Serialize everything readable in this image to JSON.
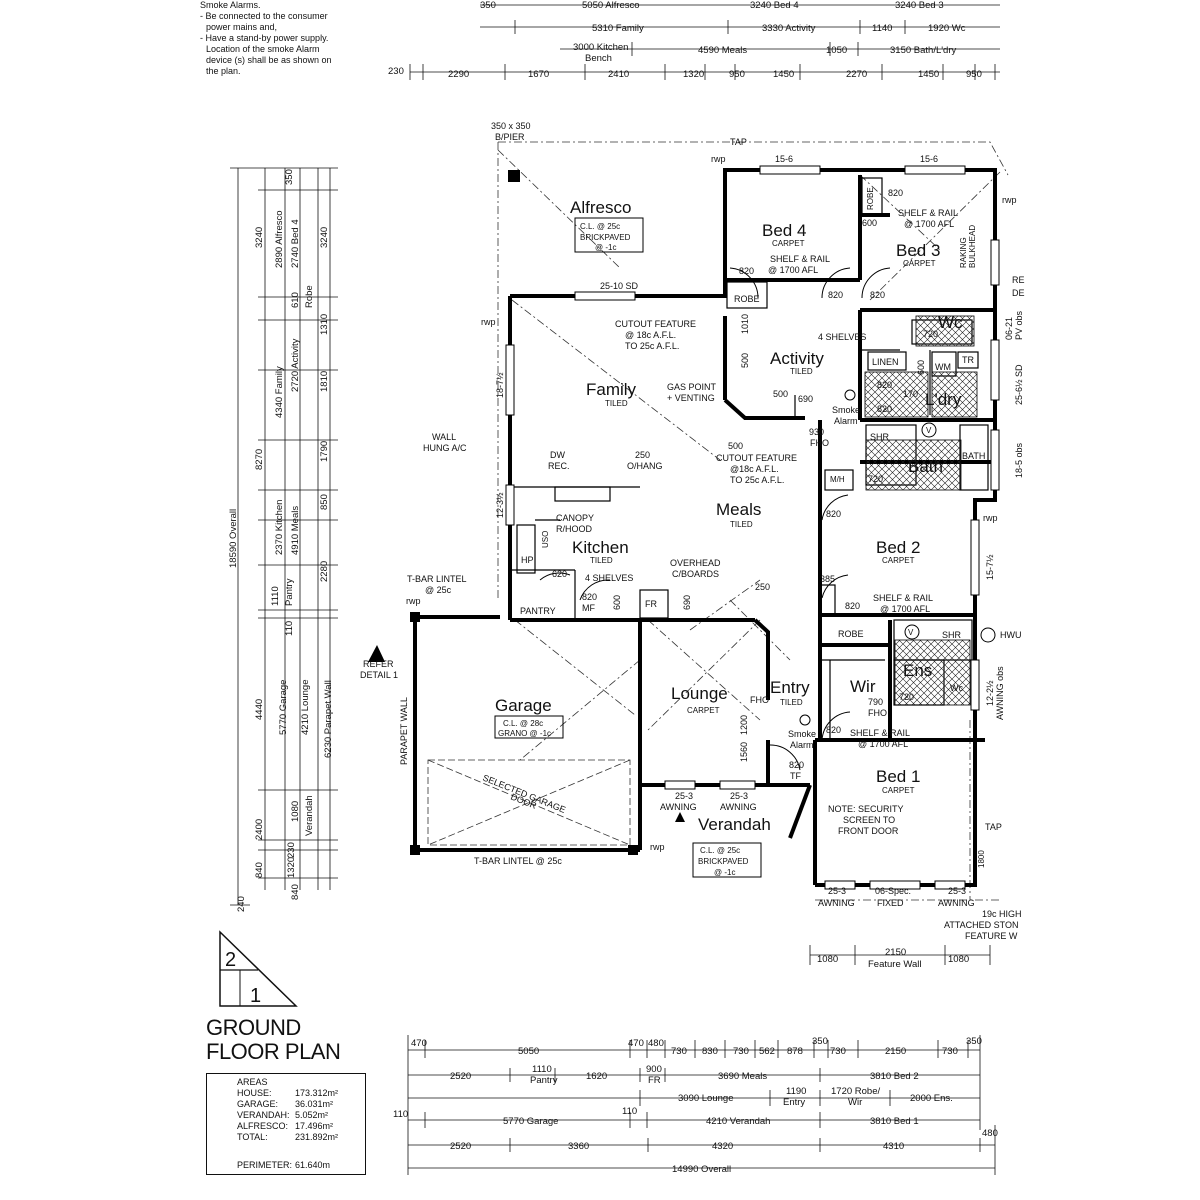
{
  "notes": {
    "lines": [
      "Smoke Alarms.",
      "- Be connected to the consumer",
      "  power mains and,",
      "- Have a stand-by power supply.",
      "Location of the smoke Alarm",
      "device (s) shall be as shown on",
      "the plan."
    ]
  },
  "sheet": {
    "top": "2",
    "bottom": "1"
  },
  "title": {
    "line1": "GROUND",
    "line2": "FLOOR PLAN"
  },
  "areas": {
    "heading": "AREAS",
    "rows": [
      {
        "k": "HOUSE:",
        "v": "173.312m²"
      },
      {
        "k": "GARAGE:",
        "v": "36.031m²"
      },
      {
        "k": "VERANDAH:",
        "v": "5.052m²"
      },
      {
        "k": "ALFRESCO:",
        "v": "17.496m²"
      },
      {
        "k": "TOTAL:",
        "v": "231.892m²"
      }
    ],
    "perimeter_k": "PERIMETER:",
    "perimeter_v": "61.640m"
  },
  "rooms": {
    "alfresco": {
      "name": "Alfresco",
      "cl1": "C.L. @ 25c",
      "cl2": "BRICKPAVED",
      "cl3": "@ -1c"
    },
    "bed4": {
      "name": "Bed 4",
      "floor": "CARPET"
    },
    "bed3": {
      "name": "Bed 3",
      "floor": "CARPET"
    },
    "family": {
      "name": "Family",
      "floor": "TILED"
    },
    "activity": {
      "name": "Activity",
      "floor": "TILED"
    },
    "ldry": {
      "name": "L'dry"
    },
    "wc": {
      "name": "Wc"
    },
    "bath": {
      "name": "Bath"
    },
    "kitchen": {
      "name": "Kitchen",
      "floor": "TILED"
    },
    "meals": {
      "name": "Meals",
      "floor": "TILED"
    },
    "bed2": {
      "name": "Bed 2",
      "floor": "CARPET"
    },
    "garage": {
      "name": "Garage",
      "cl1": "C.L. @ 28c",
      "cl2": "GRANO @ -1c"
    },
    "lounge": {
      "name": "Lounge",
      "floor": "CARPET"
    },
    "entry": {
      "name": "Entry",
      "floor": "TILED"
    },
    "wir": {
      "name": "Wir"
    },
    "ens": {
      "name": "Ens"
    },
    "bed1": {
      "name": "Bed 1",
      "floor": "CARPET"
    },
    "verandah": {
      "name": "Verandah",
      "cl1": "C.L. @ 25c",
      "cl2": "BRICKPAVED",
      "cl3": "@ -1c"
    }
  },
  "labels": {
    "pier1": "350 x 350",
    "pier2": "B/PIER",
    "tap_top": "TAP",
    "rwp_top": "rwp",
    "w156a": "15-6",
    "w156b": "15-6",
    "robe_b3": "ROBE",
    "d820_b3": "820",
    "shelf_b3a": "SHELF & RAIL",
    "shelf_b3b": "@ 1700 AFL",
    "raking1": "RAKING",
    "raking2": "BULKHEAD",
    "d600_b3": "600",
    "d820_b4": "820",
    "shelf_b4a": "SHELF & RAIL",
    "shelf_b4b": "@ 1700 AFL",
    "robe_b4": "ROBE",
    "d820_b4b": "820",
    "d820_b3b": "820",
    "sd_alf": "25-10 SD",
    "rwp_left1": "rwp",
    "rwp_right1": "rwp",
    "refer_r1": "RE",
    "refer_r2": "DE",
    "cutout1a": "CUTOUT FEATURE",
    "cutout1b": "@ 18c A.F.L.",
    "cutout1c": "TO 25c A.F.L.",
    "d1010": "1010",
    "d500a": "500",
    "shelves4a": "4 SHELVES",
    "d720_wc": "720",
    "pvobs": "PV obs",
    "w0621": "06-21",
    "linen": "LINEN",
    "wm": "WM",
    "tr_top": "TR",
    "d820_l1": "820",
    "d820_l2": "820",
    "d600_ld": "600",
    "d170": "170",
    "sd2562": "25-6½ SD",
    "gas1": "GAS POINT",
    "gas2": "+ VENTING",
    "d500b": "500",
    "d690a": "690",
    "smoke1a": "Smoke",
    "smoke1b": "Alarm",
    "w187": "18-7½",
    "d500c": "500",
    "d930": "930",
    "fho1": "FHO",
    "shr1": "SHR",
    "v1": "V",
    "bath_lbl": "BATH",
    "obs185": "18-5 obs",
    "wallac1": "WALL",
    "wallac2": "HUNG A/C",
    "cutout2a": "CUTOUT FEATURE",
    "cutout2b": "@18c A.F.L.",
    "cutout2c": "TO 25c A.F.L.",
    "dw1": "DW",
    "dw2": "REC.",
    "ohang1": "250",
    "ohang2": "O/HANG",
    "mh": "M/H",
    "d720_b": "720",
    "w1231": "12-3½",
    "canopy1": "CANOPY",
    "canopy2": "R/HOOD",
    "uso": "USO",
    "hp": "HP",
    "d620": "620",
    "shelves4b": "4 SHELVES",
    "overhead1": "OVERHEAD",
    "overhead2": "C/BOARDS",
    "d820_mf": "820",
    "mf": "MF",
    "d600_fr": "600",
    "fr": "FR",
    "d690b": "690",
    "pantry": "PANTRY",
    "d250": "250",
    "d820_b2": "820",
    "rwp_right2": "rwp",
    "w1572": "15-7½",
    "d385": "385",
    "d820_b2b": "820",
    "shelf_b2a": "SHELF & RAIL",
    "shelf_b2b": "@ 1700 AFL",
    "robe_b2": "ROBE",
    "v2": "V",
    "shr2": "SHR",
    "hwu": "HWU",
    "tbar1a": "T-BAR LINTEL",
    "tbar1b": "@ 25c",
    "rwp_g": "rwp",
    "refer1a": "REFER",
    "refer1b": "DETAIL 1",
    "parapet": "PARAPET WALL",
    "sgd1": "SELECTED GARAGE",
    "sgd2": "DOOR",
    "tbar2": "T-BAR LINTEL @ 25c",
    "rwp_v": "rwp",
    "d1200": "1200",
    "fho2": "FHO",
    "d1560": "1560",
    "smoke2a": "Smoke",
    "smoke2b": "Alarm",
    "d820_e": "820",
    "tf": "TF",
    "d790": "790",
    "fho3": "FHO",
    "d820_b1": "820",
    "shelf_b1a": "SHELF & RAIL",
    "shelf_b1b": "@ 1700 AFL",
    "d720_e": "720",
    "wc_e": "Wc",
    "w1221": "12-2½",
    "awobs": "AWNING obs",
    "aw1a": "25-3",
    "aw1b": "AWNING",
    "aw2a": "25-3",
    "aw2b": "AWNING",
    "note1": "NOTE: SECURITY",
    "note2": "SCREEN TO",
    "note3": "FRONT DOOR",
    "tap_b": "TAP",
    "d1800": "1800",
    "aw3a": "25-3",
    "aw3b": "AWNING",
    "fixed1": "06-Spec.",
    "fixed2": "FIXED",
    "aw4a": "25-3",
    "aw4b": "AWNING",
    "stone1": "19c HIGH",
    "stone2": "ATTACHED STON",
    "stone3": "FEATURE W"
  },
  "dims_top": [
    {
      "t": "350"
    },
    {
      "t": "5050 Alfresco"
    },
    {
      "t": "3240 Bed 4"
    },
    {
      "t": "3240 Bed 3"
    },
    {
      "t": "5310 Family"
    },
    {
      "t": "3330 Activity"
    },
    {
      "t": "1140"
    },
    {
      "t": "1920 Wc"
    },
    {
      "t": "3000 Kitchen"
    },
    {
      "t": "Bench"
    },
    {
      "t": "4590 Meals"
    },
    {
      "t": "1050"
    },
    {
      "t": "3150 Bath/L'dry"
    },
    {
      "t": "230"
    },
    {
      "t": "2290"
    },
    {
      "t": "1670"
    },
    {
      "t": "2410"
    },
    {
      "t": "1320"
    },
    {
      "t": "950"
    },
    {
      "t": "1450"
    },
    {
      "t": "2270"
    },
    {
      "t": "1450"
    },
    {
      "t": "950"
    }
  ],
  "dims_left": [
    {
      "t": "350"
    },
    {
      "t": "3240"
    },
    {
      "t": "2890 Alfresco"
    },
    {
      "t": "2740 Bed 4"
    },
    {
      "t": "3240"
    },
    {
      "t": "610"
    },
    {
      "t": "Robe"
    },
    {
      "t": "1310"
    },
    {
      "t": "2720 Activity"
    },
    {
      "t": "1810"
    },
    {
      "t": "8270"
    },
    {
      "t": "4340 Family"
    },
    {
      "t": "1790"
    },
    {
      "t": "850"
    },
    {
      "t": "2370 Kitchen"
    },
    {
      "t": "4910 Meals"
    },
    {
      "t": "2280"
    },
    {
      "t": "18590 Overall"
    },
    {
      "t": "1110"
    },
    {
      "t": "Pantry"
    },
    {
      "t": "110"
    },
    {
      "t": "4440"
    },
    {
      "t": "5770 Garage"
    },
    {
      "t": "4210 Lounge"
    },
    {
      "t": "6230 Parapet Wall"
    },
    {
      "t": "1080"
    },
    {
      "t": "Verandah"
    },
    {
      "t": "2400"
    },
    {
      "t": "230"
    },
    {
      "t": "840"
    },
    {
      "t": "1320"
    },
    {
      "t": "840"
    },
    {
      "t": "240"
    }
  ],
  "dims_feature": [
    {
      "t": "1080"
    },
    {
      "t": "2150"
    },
    {
      "t": "Feature Wall"
    },
    {
      "t": "1080"
    }
  ],
  "dims_bottom": [
    {
      "t": "470"
    },
    {
      "t": "5050"
    },
    {
      "t": "470"
    },
    {
      "t": "480"
    },
    {
      "t": "730"
    },
    {
      "t": "830"
    },
    {
      "t": "730"
    },
    {
      "t": "562"
    },
    {
      "t": "878"
    },
    {
      "t": "350"
    },
    {
      "t": "730"
    },
    {
      "t": "2150"
    },
    {
      "t": "730"
    },
    {
      "t": "350"
    },
    {
      "t": "2520"
    },
    {
      "t": "1110"
    },
    {
      "t": "Pantry"
    },
    {
      "t": "1620"
    },
    {
      "t": "900"
    },
    {
      "t": "FR"
    },
    {
      "t": "3690 Meals"
    },
    {
      "t": "3810 Bed 2"
    },
    {
      "t": "3090 Lounge"
    },
    {
      "t": "1190"
    },
    {
      "t": "Entry"
    },
    {
      "t": "1720 Robe/"
    },
    {
      "t": "Wir"
    },
    {
      "t": "2000 Ens."
    },
    {
      "t": "110"
    },
    {
      "t": "5770 Garage"
    },
    {
      "t": "110"
    },
    {
      "t": "4210 Verandah"
    },
    {
      "t": "3810 Bed 1"
    },
    {
      "t": "2520"
    },
    {
      "t": "3360"
    },
    {
      "t": "4320"
    },
    {
      "t": "4310"
    },
    {
      "t": "480"
    },
    {
      "t": "14990 Overall"
    }
  ]
}
